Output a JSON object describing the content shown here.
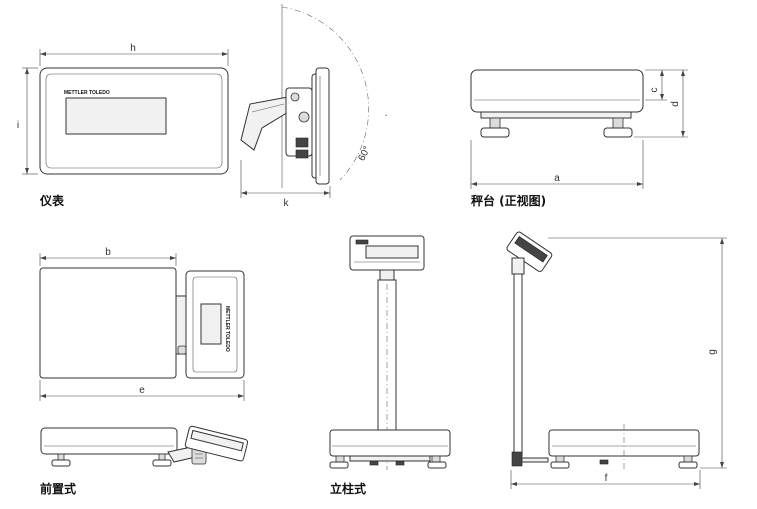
{
  "captions": {
    "terminal": "仪表",
    "platform_front": "秤台 (正视图)",
    "front_mount": "前置式",
    "column_mount": "立柱式"
  },
  "dimension_labels": {
    "h": "h",
    "i": "i",
    "k": "k",
    "angle": "60°",
    "a": "a",
    "c": "c",
    "d": "d",
    "b": "b",
    "e": "e",
    "g": "g",
    "f": "f"
  },
  "brand": {
    "name": "METTLER TOLEDO",
    "vertical": "METTLER TOLEDO"
  }
}
